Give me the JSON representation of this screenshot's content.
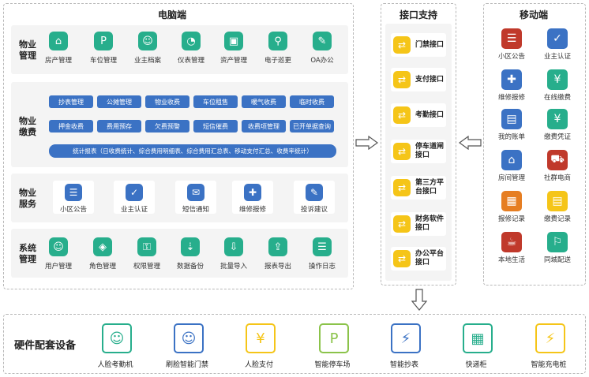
{
  "pc": {
    "title": "电脑端",
    "property_mgmt": {
      "label": "物业\n管理",
      "items": [
        "房产管理",
        "车位管理",
        "业主档案",
        "仪表管理",
        "资产管理",
        "电子巡更",
        "OA办公"
      ]
    },
    "property_fees": {
      "label": "物业\n缴费",
      "row1": [
        "抄表管理",
        "公摊管理",
        "物业收费",
        "车位租售",
        "暖气收费",
        "临时收费"
      ],
      "row2": [
        "押金收费",
        "费用预存",
        "欠费预警",
        "短信催费",
        "收费项管理",
        "已开单据查询"
      ],
      "report": "统计报表（日收费统计、综合费用明细表、综合费用汇总表、移动支付汇总、收费率统计）"
    },
    "property_service": {
      "label": "物业\n服务",
      "items": [
        "小区公告",
        "业主认证",
        "短信通知",
        "维修报修",
        "投诉建议"
      ]
    },
    "system_mgmt": {
      "label": "系统\n管理",
      "items": [
        "用户管理",
        "角色管理",
        "权限管理",
        "数据备份",
        "批量导入",
        "报表导出",
        "操作日志"
      ]
    }
  },
  "api": {
    "title": "接口支持",
    "items": [
      "门禁接口",
      "支付接口",
      "考勤接口",
      "停车道闸\n接口",
      "第三方平\n台接口",
      "财务软件\n接口",
      "办公平台\n接口"
    ]
  },
  "mobile": {
    "title": "移动端",
    "items": [
      {
        "label": "小区公告",
        "icon": "announcement-icon",
        "color": "#c0392b"
      },
      {
        "label": "业主认证",
        "icon": "owner-verify-icon",
        "color": "#3b72c4"
      },
      {
        "label": "维修报修",
        "icon": "repair-icon",
        "color": "#3b72c4"
      },
      {
        "label": "在线缴费",
        "icon": "online-pay-icon",
        "color": "#27ae8c"
      },
      {
        "label": "我的账单",
        "icon": "bill-icon",
        "color": "#3b72c4"
      },
      {
        "label": "缴费凭证",
        "icon": "receipt-icon",
        "color": "#27ae8c"
      },
      {
        "label": "房间管理",
        "icon": "room-icon",
        "color": "#3b72c4"
      },
      {
        "label": "社群电商",
        "icon": "shop-icon",
        "color": "#c0392b"
      },
      {
        "label": "报修记录",
        "icon": "repair-record-icon",
        "color": "#e67e22"
      },
      {
        "label": "缴费记录",
        "icon": "payment-record-icon",
        "color": "#f5c518"
      },
      {
        "label": "本地生活",
        "icon": "local-life-icon",
        "color": "#c0392b"
      },
      {
        "label": "同城配送",
        "icon": "delivery-icon",
        "color": "#27ae8c"
      }
    ]
  },
  "hardware": {
    "title": "硬件配套设备",
    "items": [
      {
        "label": "人脸考勤机",
        "icon": "face-attendance-icon",
        "color": "#27ae8c"
      },
      {
        "label": "刷脸智能门禁",
        "icon": "face-gate-icon",
        "color": "#3b72c4"
      },
      {
        "label": "人脸支付",
        "icon": "face-pay-icon",
        "color": "#f5c518"
      },
      {
        "label": "智能停车场",
        "icon": "parking-icon",
        "color": "#8bc34a"
      },
      {
        "label": "智能抄表",
        "icon": "meter-icon",
        "color": "#3b72c4"
      },
      {
        "label": "快递柜",
        "icon": "locker-icon",
        "color": "#27ae8c"
      },
      {
        "label": "智能充电桩",
        "icon": "charger-icon",
        "color": "#f5c518"
      }
    ]
  }
}
